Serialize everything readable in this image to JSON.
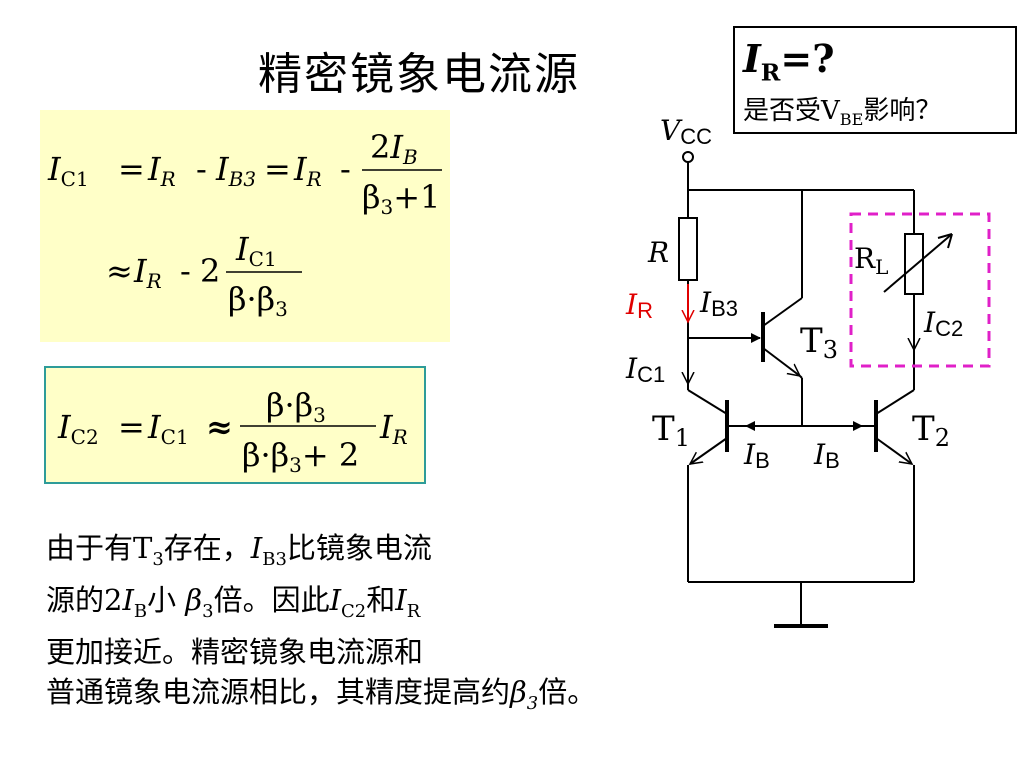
{
  "title": "精密镜象电流源",
  "question": {
    "main_I": "I",
    "main_R": "R",
    "main_eq": "=?",
    "sub_prefix": "是否受V",
    "sub_BE": "BE",
    "sub_suffix": "影响？"
  },
  "formula1": {
    "line1_IC": "I",
    "line1_C1": "C1",
    "eq": "=",
    "IR": "I",
    "R": "R",
    "minus": "-",
    "IB": "I",
    "B3": "B3",
    "B": "B",
    "num2": "2",
    "beta": "β",
    "sub3": "3",
    "plus1": "+1",
    "approx": "≈",
    "two": "2",
    "dot": "·"
  },
  "formula2": {
    "IC2": "I",
    "C2": "C2",
    "eq": "=",
    "IC1": "I",
    "C1": "C1",
    "approx": "≈",
    "num": "β·β",
    "den": "β·β",
    "sub3": "3",
    "plus2": "+ 2",
    "IR": "I",
    "R": "R"
  },
  "paragraph": {
    "l1_a": "由于有T",
    "l1_sub3": "3",
    "l1_b": "存在，",
    "l1_I": "I",
    "l1_B3": "B3",
    "l1_c": "比镜象电流",
    "l2_a": "源的2",
    "l2_I": "I",
    "l2_B": "B",
    "l2_b": "小 ",
    "l2_beta": "β",
    "l2_sub3": "3",
    "l2_c": "倍。因此",
    "l2_I2": "I",
    "l2_C2": "C2",
    "l2_d": "和",
    "l2_I3": "I",
    "l2_R": "R",
    "l3": "更加接近。精密镜象电流源和",
    "l4_a": "普通镜象电流源相比，其精度提高约",
    "l4_beta": "β",
    "l4_sub3": "3",
    "l4_b": "倍。"
  },
  "circuit": {
    "vcc_V": "V",
    "vcc_CC": "CC",
    "R": "R",
    "IR_I": "I",
    "IR_R": "R",
    "IB3_I": "I",
    "IB3_B3": "B3",
    "T3_T": "T",
    "T3_3": "3",
    "IC1_I": "I",
    "IC1_C1": "C1",
    "T1_T": "T",
    "T1_1": "1",
    "T2_T": "T",
    "T2_2": "2",
    "IB_left_I": "I",
    "IB_left_B": "B",
    "IB_right_I": "I",
    "IB_right_B": "B",
    "RL_R": "R",
    "RL_L": "L",
    "IC2_I": "I",
    "IC2_C2": "C2"
  },
  "colors": {
    "formula_bg": "#ffffc8",
    "formula2_border": "#2e9c99",
    "ir_red": "#e00000",
    "rl_box": "#e020c8"
  }
}
